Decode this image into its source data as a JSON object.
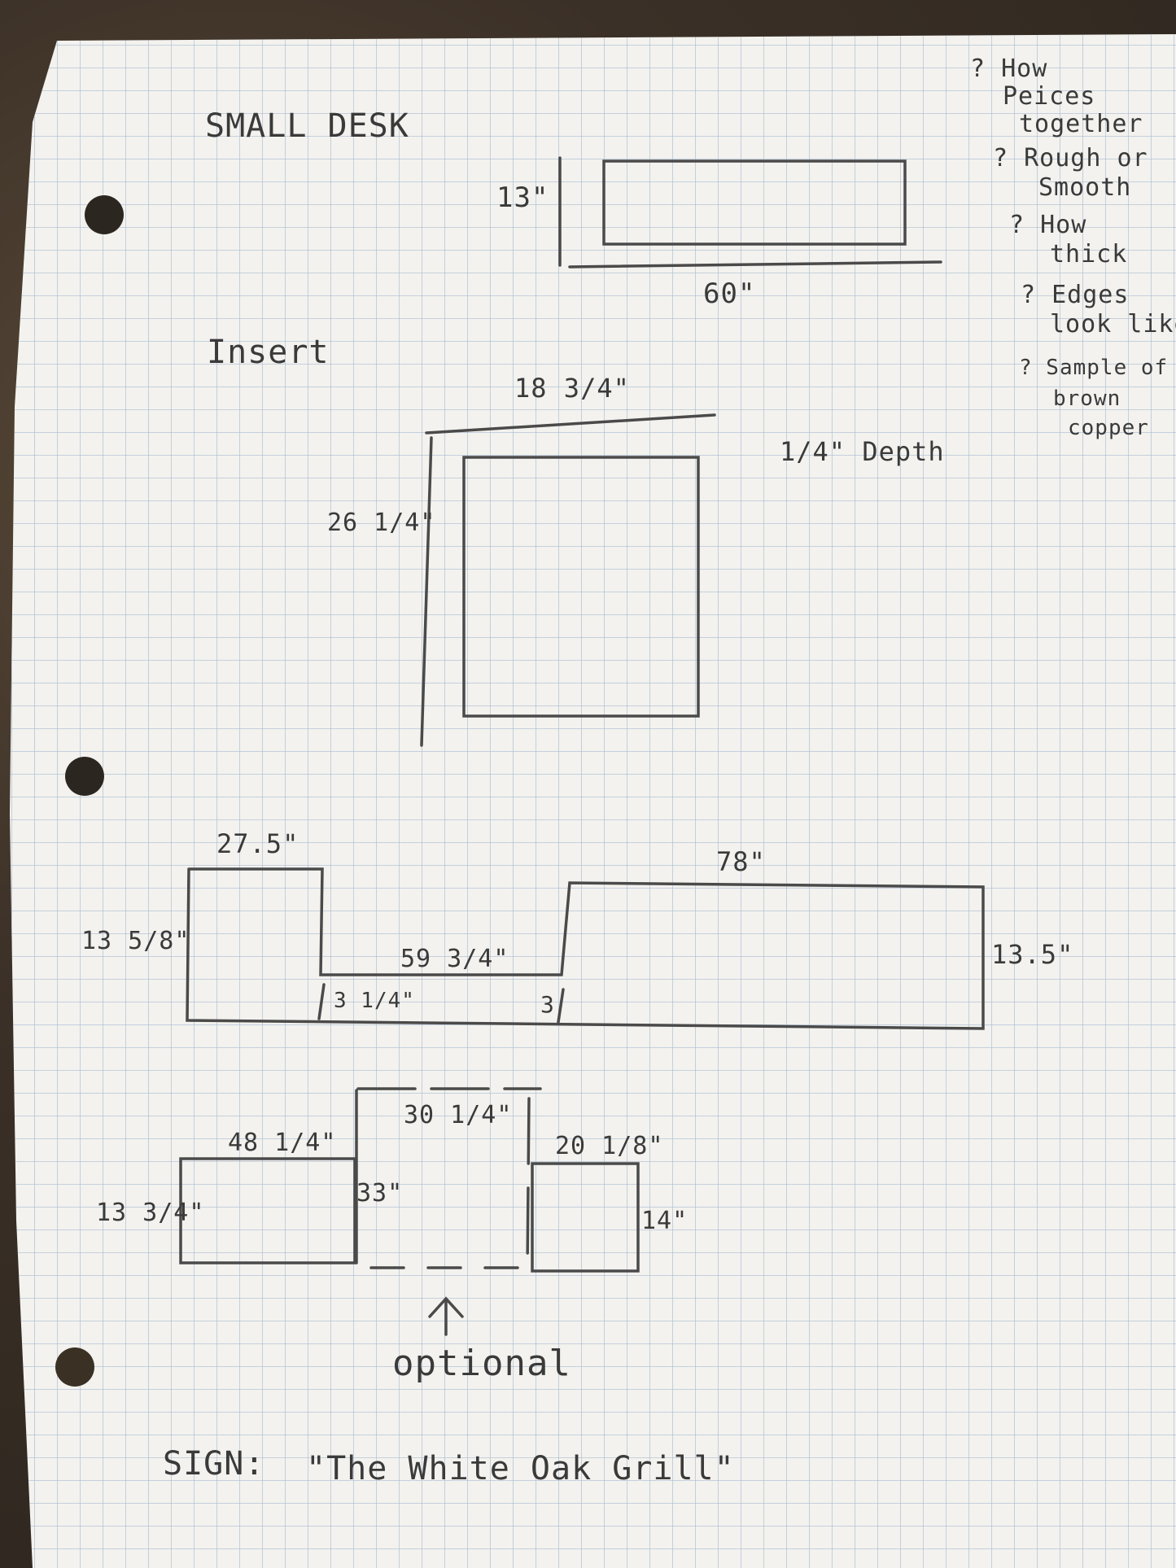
{
  "title": "SMALL DESK",
  "questions": [
    [
      "? How",
      "Peices",
      "together"
    ],
    [
      "? Rough or",
      "Smooth"
    ],
    [
      "? How",
      "thick"
    ],
    [
      "? Edges",
      "look like"
    ],
    [
      "? Sample of",
      "brown",
      "copper"
    ]
  ],
  "small_desk": {
    "height": "13\"",
    "width": "60\""
  },
  "insert": {
    "label": "Insert",
    "width": "18 3/4\"",
    "height": "26 1/4\"",
    "depth": "1/4\" Depth"
  },
  "counter": {
    "left_width": "27.5\"",
    "left_height": "13 5/8\"",
    "middle_width": "59 3/4\"",
    "left_step": "3 1/4\"",
    "right_step": "3",
    "right_width": "78\"",
    "right_height": "13.5\""
  },
  "bottom": {
    "left_width": "48 1/4\"",
    "left_height": "13 3/4\"",
    "middle_width": "30 1/4\"",
    "middle_height": "33\"",
    "right_width": "20 1/8\"",
    "right_height": "14\"",
    "optional": "optional"
  },
  "sign": {
    "label": "SIGN:",
    "text": "\"The White Oak Grill\""
  }
}
